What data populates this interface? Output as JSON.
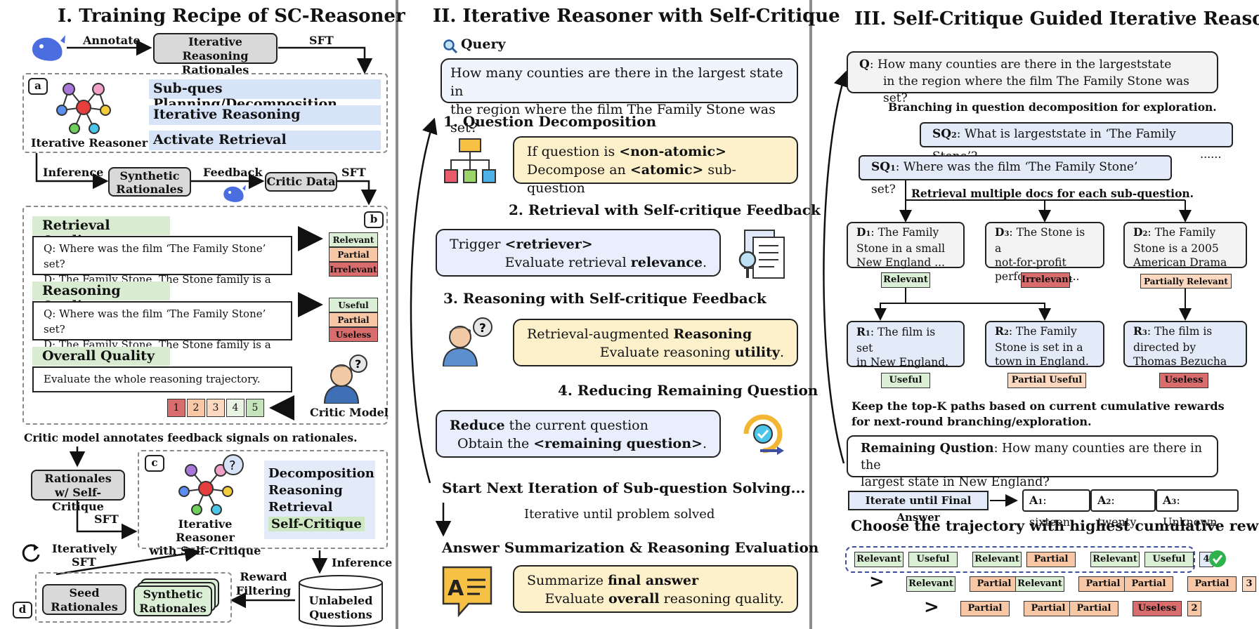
{
  "panel1": {
    "title": "I. Training Recipe of SC-Reasoner",
    "annotate": "Annotate",
    "iter_rationales_l1": "Iterative Reasoning",
    "iter_rationales_l2": "Rationales",
    "sft1": "SFT",
    "label_a": "a",
    "iter_reasoner": "Iterative Reasoner",
    "cap1": "Sub-ques Planning/Decomposition",
    "cap2": "Iterative Reasoning",
    "cap3": "Activate Retrieval",
    "inference": "Inference",
    "synthetic_l1": "Synthetic",
    "synthetic_l2": "Rationales",
    "feedback": "Feedback",
    "critic_data": "Critic Data",
    "sft2": "SFT",
    "label_b": "b",
    "retrieval_quality": "Retrieval Quality",
    "rq_q": "Q: Where was the film ‘The Family Stone’ set?",
    "rq_d": "D: The Family Stone. The Stone family is a ...",
    "tag_relevant": "Relevant",
    "tag_partial": "Partial",
    "tag_irrelevant": "Irrelevant",
    "reasoning_quality": "Reasoning Quality",
    "rsq_q": "Q: Where was the film ‘The Family Stone’ set?",
    "rsq_d": "D: The Family Stone. The Stone family is a ...",
    "tag_useful": "Useful",
    "tag_partial2": "Partial",
    "tag_useless": "Useless",
    "overall_quality": "Overall Quality",
    "overall_text": "Evaluate the whole reasoning trajectory.",
    "scores": [
      "1",
      "2",
      "3",
      "4",
      "5"
    ],
    "critic_model": "Critic Model",
    "critic_note": "Critic model annotates feedback signals on rationales.",
    "rationales_l1": "Rationales",
    "rationales_l2": "w/ Self-Critique",
    "label_c": "c",
    "sft3": "SFT",
    "reasoner_sc_l1": "Iterative Reasoner",
    "reasoner_sc_l2": "with Self-Critique",
    "skill1": "Decomposition",
    "skill2": "Reasoning",
    "skill3": "Retrieval",
    "skill4": "Self-Critique",
    "iteratively": "Iteratively",
    "sft4": "SFT",
    "inference2": "Inference",
    "reward": "Reward",
    "filtering": "Filtering",
    "label_d": "d",
    "seed_l1": "Seed",
    "seed_l2": "Rationales",
    "synth_l1": "Synthetic",
    "synth_l2": "Rationales",
    "unlabeled_l1": "Unlabeled",
    "unlabeled_l2": "Questions"
  },
  "panel2": {
    "title": "II.  Iterative Reasoner with Self-Critique",
    "query_label": "Query",
    "query_l1": "How many counties are there in the largest state in",
    "query_l2": "the region where the film The Family Stone was set?",
    "step1": "1. Question Decomposition",
    "s1_a": "If question is ",
    "s1_a_b": "<non-atomic>",
    "s1_b1": "Decompose an ",
    "s1_b_b": "<atomic>",
    "s1_b2": " sub-question",
    "step2": "2. Retrieval with Self-critique Feedback",
    "s2_a": "Trigger ",
    "s2_a_b": "<retriever>",
    "s2_b1": "Evaluate retrieval ",
    "s2_b_b": "relevance",
    "s2_b2": ".",
    "step3": "3. Reasoning with Self-critique Feedback",
    "s3_a": "Retrieval-augmented ",
    "s3_a_b": "Reasoning",
    "s3_b1": "Evaluate reasoning ",
    "s3_b_b": "utility",
    "s3_b2": ".",
    "step4": "4. Reducing Remaining Question",
    "s4_a_b": "Reduce",
    "s4_a": " the current question",
    "s4_b1": "Obtain the ",
    "s4_b_b": "<remaining question>",
    "s4_b2": ".",
    "next_iter": "Start Next Iteration of Sub-question Solving...",
    "iter_until": "Iterative until problem solved",
    "answer_title": "Answer Summarization & Reasoning Evaluation",
    "s5_a": "Summarize ",
    "s5_a_b": "final answer",
    "s5_b1": "Evaluate ",
    "s5_b_b": "overall",
    "s5_b2": " reasoning quality."
  },
  "panel3": {
    "title": "III. Self-Critique Guided Iterative Reasoning",
    "q_label": "Q",
    "q_l1": ": How many counties are there in the largeststate",
    "q_l2": "in the region where the film The Family Stone was set?",
    "branching": "Branching in question decomposition for exploration.",
    "sq2_label": "SQ",
    "sq2_sub": "2",
    "sq2_text": ":  What is largeststate in ‘The Family Stone’?",
    "dots": "......",
    "sq1_label": "SQ",
    "sq1_sub": "1",
    "sq1_text": ":  Where was the film ‘The Family Stone’ set?",
    "retrieval_multi": "Retrieval multiple docs for each sub-question.",
    "d1_label": "D",
    "d1_sub": "1",
    "d1_l1": ":  The Family",
    "d1_l2": "Stone in a small",
    "d1_l3": "New England ...",
    "d3_label": "D",
    "d3_sub": "3",
    "d3_l1": ":  The Stone is a",
    "d3_l2": "not-for-profit",
    "d3_l3": "performance ...",
    "d2_label": "D",
    "d2_sub": "2",
    "d2_l1": ":  The Family",
    "d2_l2": "Stone is a 2005",
    "d2_l3": "American Drama",
    "tag_d1": "Relevant",
    "tag_d3": "Irrelevant",
    "tag_d2": "Partially Relevant",
    "r1_label": "R",
    "r1_sub": "1",
    "r1_l1": ":  The film is set",
    "r1_l2": "in New England.",
    "r2_label": "R",
    "r2_sub": "2",
    "r2_l1": ":  The Family",
    "r2_l2": "Stone is set in a",
    "r2_l3": "town in England.",
    "r3_label": "R",
    "r3_sub": "3",
    "r3_l1": ":  The film is",
    "r3_l2": "directed by",
    "r3_l3": "Thomas Bezucha",
    "tag_r1": "Useful",
    "tag_r2": "Partial Useful",
    "tag_r3": "Useless",
    "keep_l1": "Keep the top-K paths based on current cumulative rewards",
    "keep_l2": "for next-round branching/exploration.",
    "remaining_label": "Remaining Qustion",
    "remaining_l1": ": How many counties are there in the",
    "remaining_l2": "largest state in New England?",
    "iterate_final": "Iterate until Final Answer",
    "a1_label": "A",
    "a1_sub": "1",
    "a1_text": ": sixteen",
    "a2_label": "A",
    "a2_sub": "2",
    "a2_text": ": twenty",
    "a3_label": "A",
    "a3_sub": "3",
    "a3_text": ": Unknown",
    "choose": "Choose the trajectory with highest cumulative rewards",
    "traj1": [
      "Relevant",
      "Useful",
      "Relevant",
      "Partial",
      "Relevant",
      "Useful"
    ],
    "traj1_score": "4",
    "traj2": [
      "Relevant",
      "Partial",
      "Relevant",
      "Partial",
      "Partial",
      "Partial"
    ],
    "traj2_score": "3",
    "traj3": [
      "Partial",
      "Partial",
      "Partial",
      "Useless"
    ],
    "traj3_score": "2",
    "gt": ">"
  },
  "colors": {
    "relevant": "#dbefd6",
    "partial": "#f8c7a6",
    "irrelevant": "#d96c6c",
    "yellow_box": "#fdf1cc",
    "blue_box": "#e8eefb",
    "check": "#2fb24c"
  }
}
